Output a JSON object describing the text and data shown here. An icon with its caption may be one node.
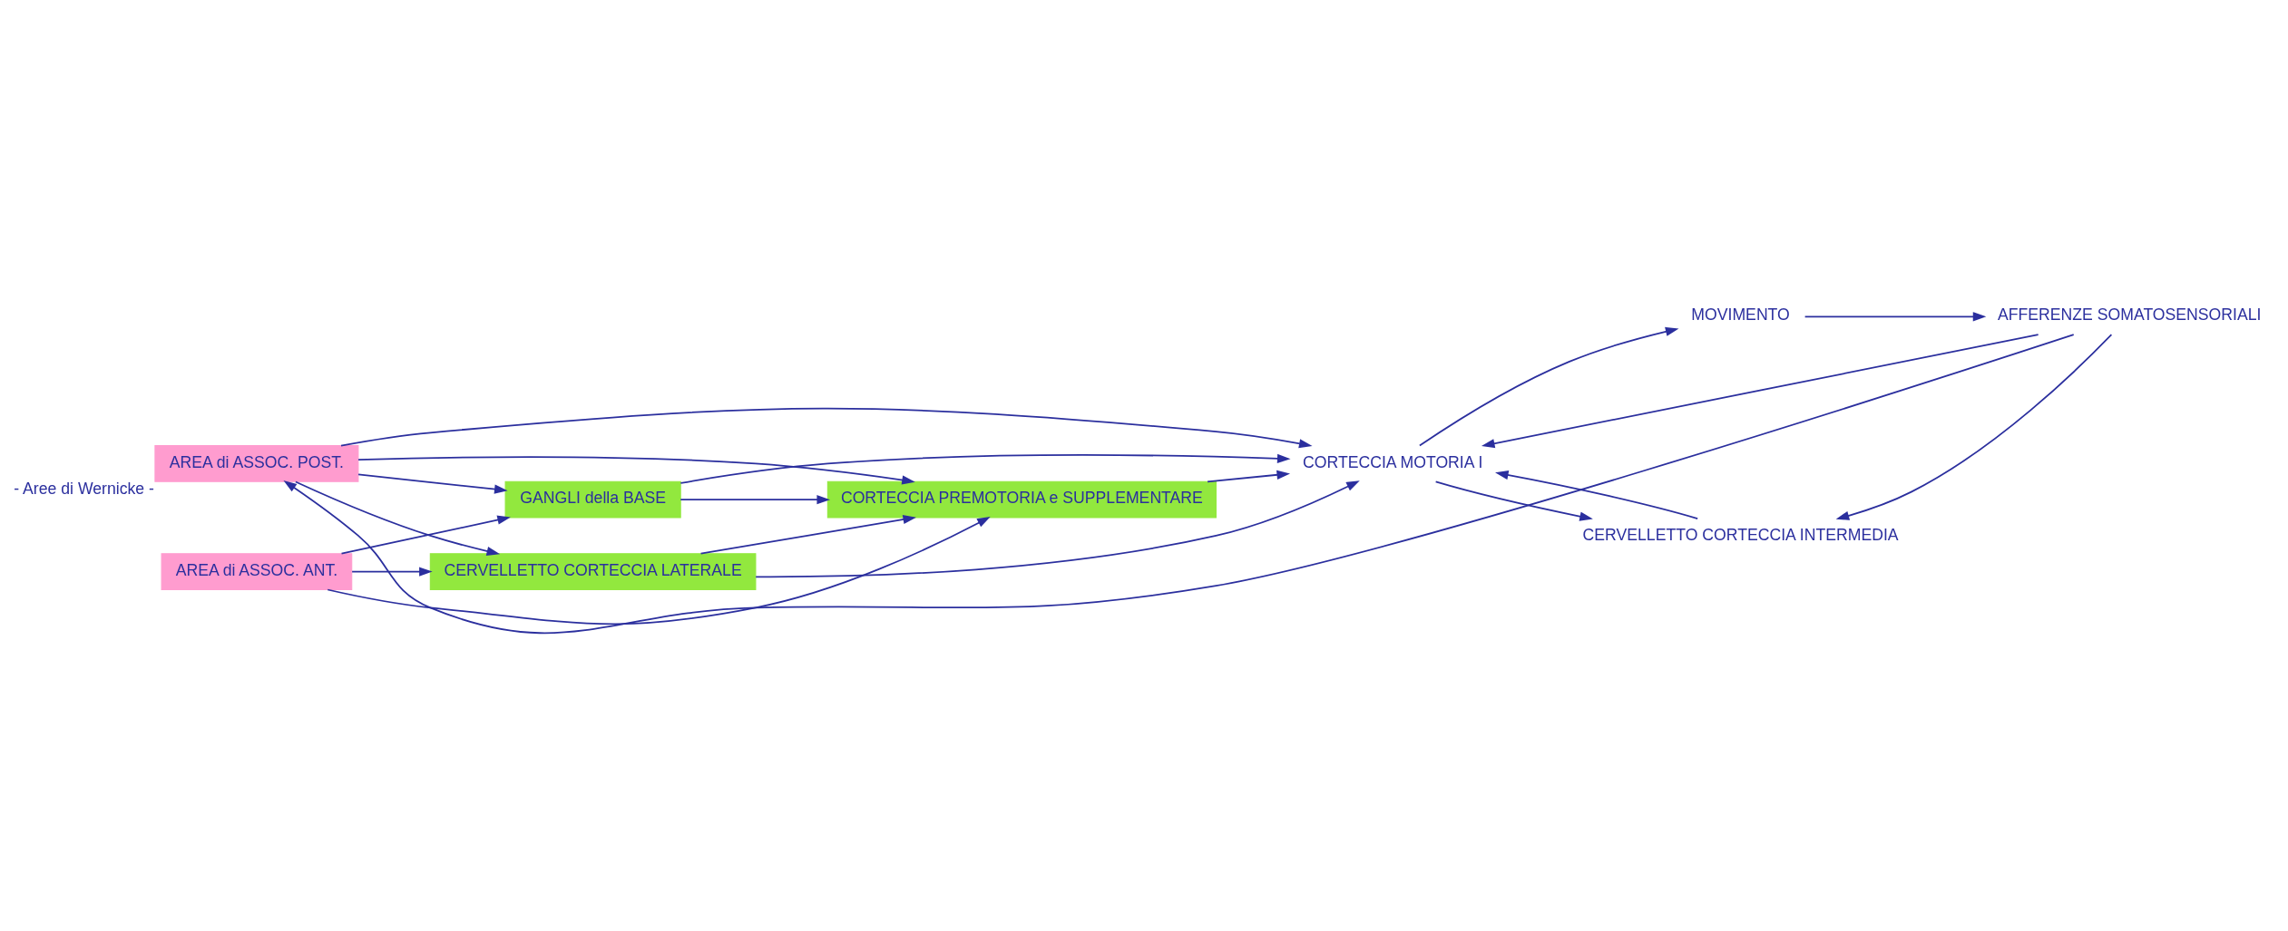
{
  "diagram": {
    "nodes": [
      {
        "text": [
          "AREA di ASSOC. ANT."
        ]
      },
      {
        "text": [
          "AREA di ASSOC. POST."
        ],
        "beside": [
          "- Aree di Wernicke -"
        ]
      },
      {
        "text": [
          "GANGLI della BASE"
        ]
      },
      {
        "text": [
          "CORTECCIA PREMOTORIA e SUPPLEMENTARE"
        ]
      },
      {
        "text": [
          "CERVELLETTO CORTECCIA LATERALE"
        ]
      },
      {
        "text": [
          "CORTECCIA MOTORIA I"
        ]
      },
      {
        "text": [
          "MOVIMENTO"
        ]
      },
      {
        "text": [
          "CERVELLETTO CORTECCIA INTERMEDIA"
        ]
      },
      {
        "text": [
          "AFFERENZE SOMATOSENSORIALI"
        ]
      }
    ],
    "edges": [
      {
        "from": 0,
        "to": 2,
        "arrow": "to"
      },
      {
        "from": 1,
        "to": 2,
        "arrow": "to"
      },
      {
        "from": 0,
        "to": 3,
        "arrow": "to"
      },
      {
        "from": 1,
        "to": 3,
        "arrow": "to"
      },
      {
        "from": 0,
        "to": 4,
        "arrow": "to"
      },
      {
        "from": 1,
        "to": 4,
        "arrow": "to"
      },
      {
        "from": 2,
        "to": 3,
        "arrow": "to"
      },
      {
        "from": 4,
        "to": 3,
        "arrow": "to"
      },
      {
        "from": 2,
        "to": 5,
        "arrow": "to"
      },
      {
        "from": 3,
        "to": 5,
        "arrow": "to"
      },
      {
        "from": 4,
        "to": 5,
        "arrow": "to"
      },
      {
        "from": 1,
        "to": 5,
        "arrow": "to"
      },
      {
        "from": 5,
        "to": 6,
        "arrow": "to"
      },
      {
        "from": 5,
        "to": 7,
        "arrow": "to"
      },
      {
        "from": 7,
        "to": 5,
        "arrow": "to"
      },
      {
        "from": 6,
        "to": 8,
        "arrow": "to"
      },
      {
        "from": 8,
        "to": 1,
        "arrow": "to"
      },
      {
        "from": 8,
        "to": 5,
        "arrow": "to"
      },
      {
        "from": 8,
        "to": 7,
        "arrow": "to"
      }
    ]
  }
}
